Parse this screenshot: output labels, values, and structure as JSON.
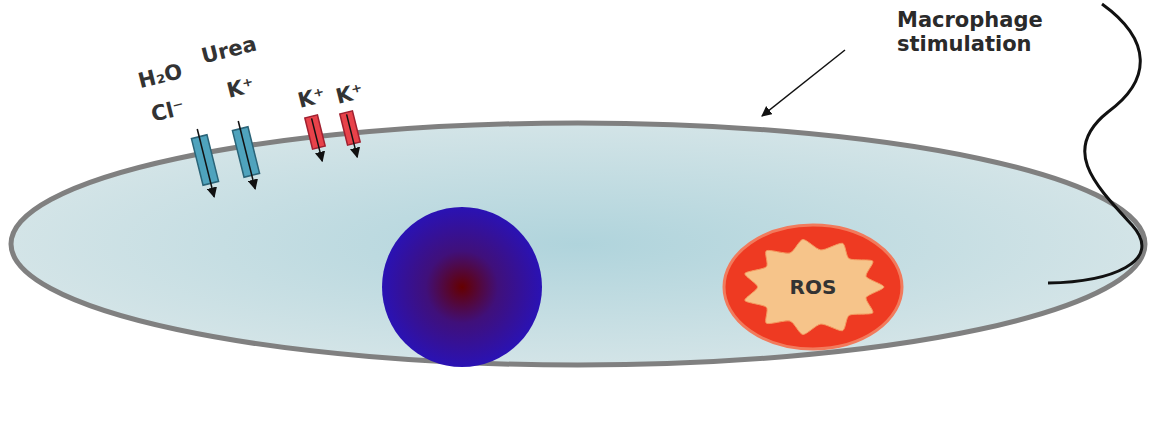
{
  "diagram": {
    "nodes": [
      {
        "text": [
          "ROS"
        ]
      }
    ],
    "labels": [
      "H₂O",
      "Cl⁻",
      "Urea",
      "K⁺",
      "K⁺",
      "K⁺",
      "Macrophage stimulation"
    ]
  }
}
